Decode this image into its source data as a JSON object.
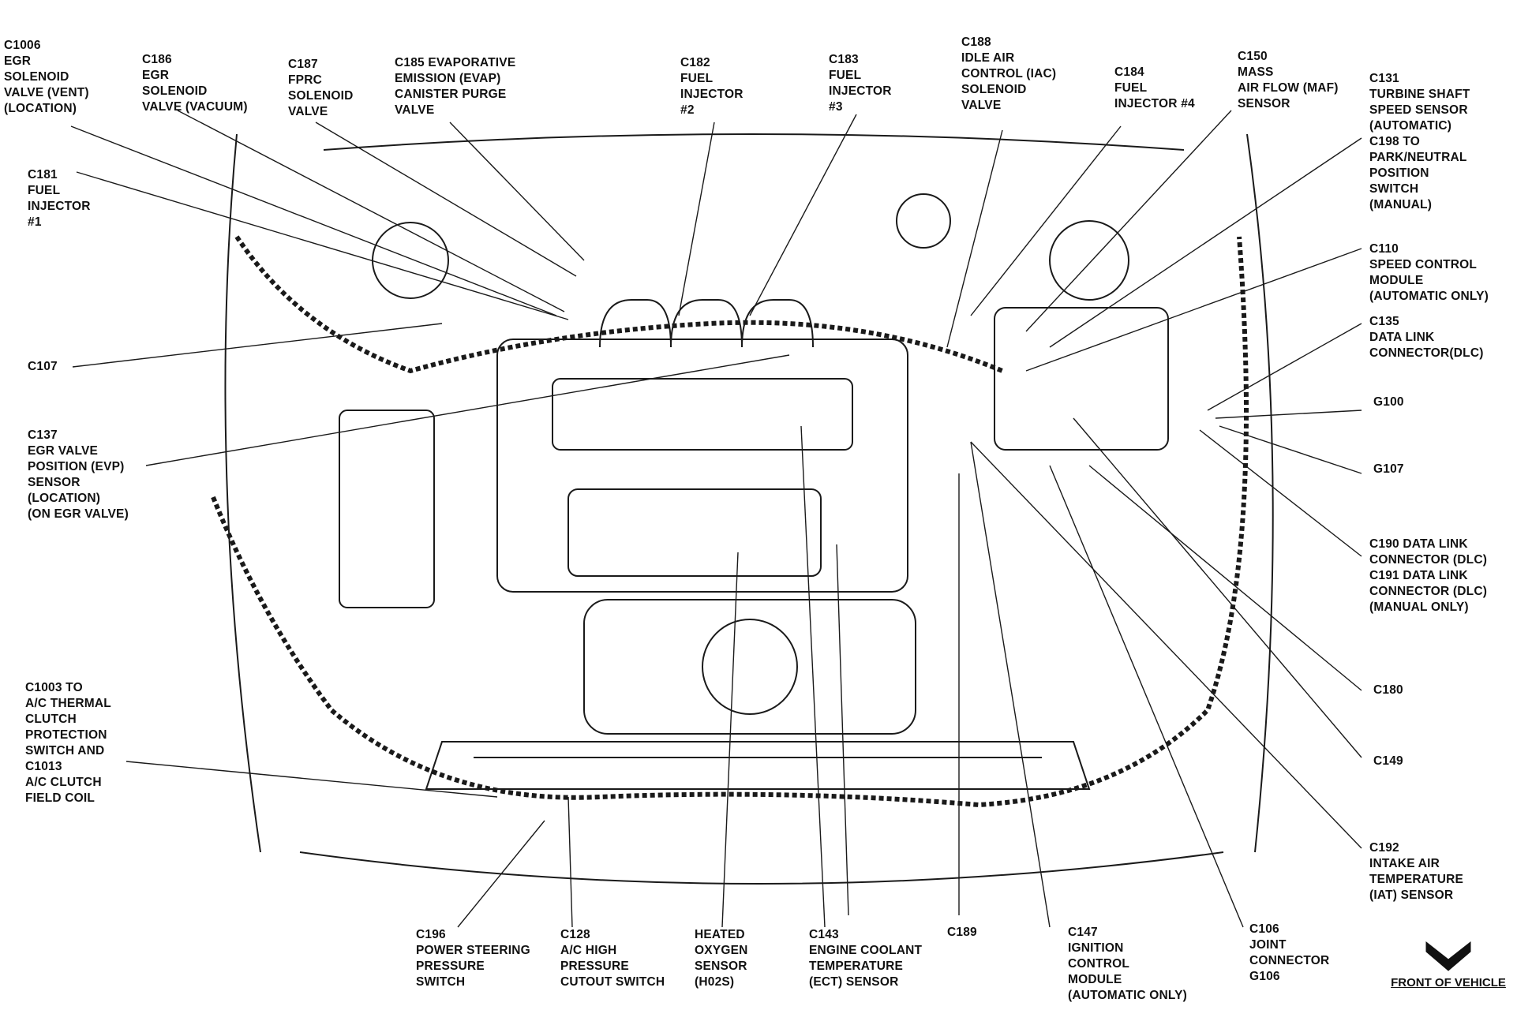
{
  "labels": {
    "c1006": [
      "C1006",
      "EGR",
      "SOLENOID",
      "VALVE (VENT)",
      "(LOCATION)"
    ],
    "c186": [
      "C186",
      "EGR",
      "SOLENOID",
      "VALVE (VACUUM)"
    ],
    "c187": [
      "C187",
      "FPRC",
      "SOLENOID",
      "VALVE"
    ],
    "c185": [
      "C185 EVAPORATIVE",
      "EMISSION (EVAP)",
      "CANISTER PURGE",
      "VALVE"
    ],
    "c182": [
      "C182",
      "FUEL",
      "INJECTOR",
      "#2"
    ],
    "c183": [
      "C183",
      "FUEL",
      "INJECTOR",
      "#3"
    ],
    "c188": [
      "C188",
      "IDLE AIR",
      "CONTROL (IAC)",
      "SOLENOID",
      "VALVE"
    ],
    "c184": [
      "C184",
      "FUEL",
      "INJECTOR #4"
    ],
    "c150": [
      "C150",
      "MASS",
      "AIR FLOW (MAF)",
      "SENSOR"
    ],
    "c131": [
      "C131",
      "TURBINE SHAFT",
      "SPEED SENSOR",
      "(AUTOMATIC)",
      "C198 TO",
      "PARK/NEUTRAL",
      "POSITION",
      "SWITCH",
      "(MANUAL)"
    ],
    "c181": [
      "C181",
      "FUEL",
      "INJECTOR",
      "#1"
    ],
    "c110": [
      "C110",
      "SPEED CONTROL",
      "MODULE",
      "(AUTOMATIC ONLY)"
    ],
    "c135": [
      "C135",
      "DATA LINK",
      "CONNECTOR(DLC)"
    ],
    "c107": [
      "C107"
    ],
    "g100": [
      "G100"
    ],
    "g107": [
      "G107"
    ],
    "c137": [
      "C137",
      "EGR VALVE",
      "POSITION (EVP)",
      "SENSOR",
      "(LOCATION)",
      "(ON EGR VALVE)"
    ],
    "c190": [
      "C190 DATA LINK",
      "CONNECTOR (DLC)",
      "C191 DATA LINK",
      "CONNECTOR (DLC)",
      "(MANUAL ONLY)"
    ],
    "c180": [
      "C180"
    ],
    "c149": [
      "C149"
    ],
    "c1003": [
      "C1003 TO",
      "A/C THERMAL",
      "CLUTCH",
      "PROTECTION",
      "SWITCH AND",
      "C1013",
      "A/C CLUTCH",
      "FIELD COIL"
    ],
    "c192": [
      "C192",
      "INTAKE AIR",
      "TEMPERATURE",
      "(IAT) SENSOR"
    ],
    "c196": [
      "C196",
      "POWER STEERING",
      "PRESSURE",
      "SWITCH"
    ],
    "c128": [
      "C128",
      "A/C HIGH",
      "PRESSURE",
      "CUTOUT SWITCH"
    ],
    "heated_o2": [
      "HEATED",
      "OXYGEN",
      "SENSOR",
      "(H02S)"
    ],
    "c143": [
      "C143",
      "ENGINE COOLANT",
      "TEMPERATURE",
      "(ECT) SENSOR"
    ],
    "c189": [
      "C189"
    ],
    "c147": [
      "C147",
      "IGNITION",
      "CONTROL",
      "MODULE",
      "(AUTOMATIC ONLY)"
    ],
    "c106": [
      "C106",
      "JOINT",
      "CONNECTOR",
      "G106"
    ]
  },
  "front_of_vehicle": "FRONT OF VEHICLE",
  "colors": {
    "ink": "#111111",
    "background": "#ffffff"
  }
}
